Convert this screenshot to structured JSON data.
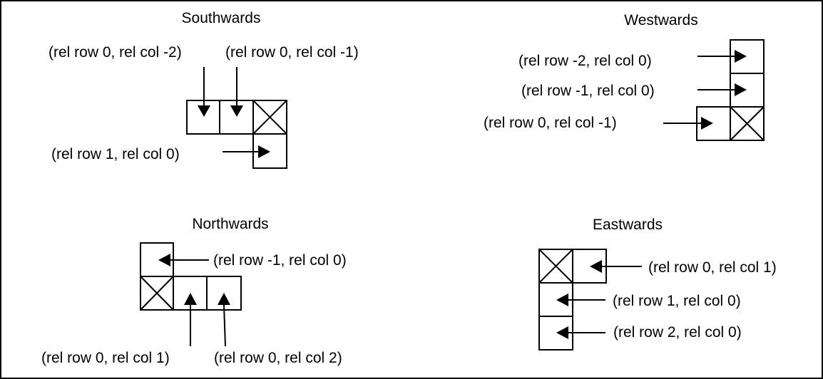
{
  "diagrams": {
    "southwards": {
      "title": "Southwards",
      "labels": [
        "(rel row 0, rel col -2)",
        "(rel row 0, rel col -1)",
        "(rel row 1, rel col 0)"
      ]
    },
    "westwards": {
      "title": "Westwards",
      "labels": [
        "(rel row -2, rel col 0)",
        "(rel row -1, rel col 0)",
        "(rel row 0, rel col -1)"
      ]
    },
    "northwards": {
      "title": "Northwards",
      "labels": [
        "(rel row -1, rel col 0)",
        "(rel row 0, rel col 1)",
        "(rel row 0, rel col 2)"
      ]
    },
    "eastwards": {
      "title": "Eastwards",
      "labels": [
        "(rel row 0, rel col 1)",
        "(rel row 1, rel col 0)",
        "(rel row 2, rel col 0)"
      ]
    }
  },
  "colors": {
    "stroke": "#000000",
    "background": "#ffffff"
  }
}
